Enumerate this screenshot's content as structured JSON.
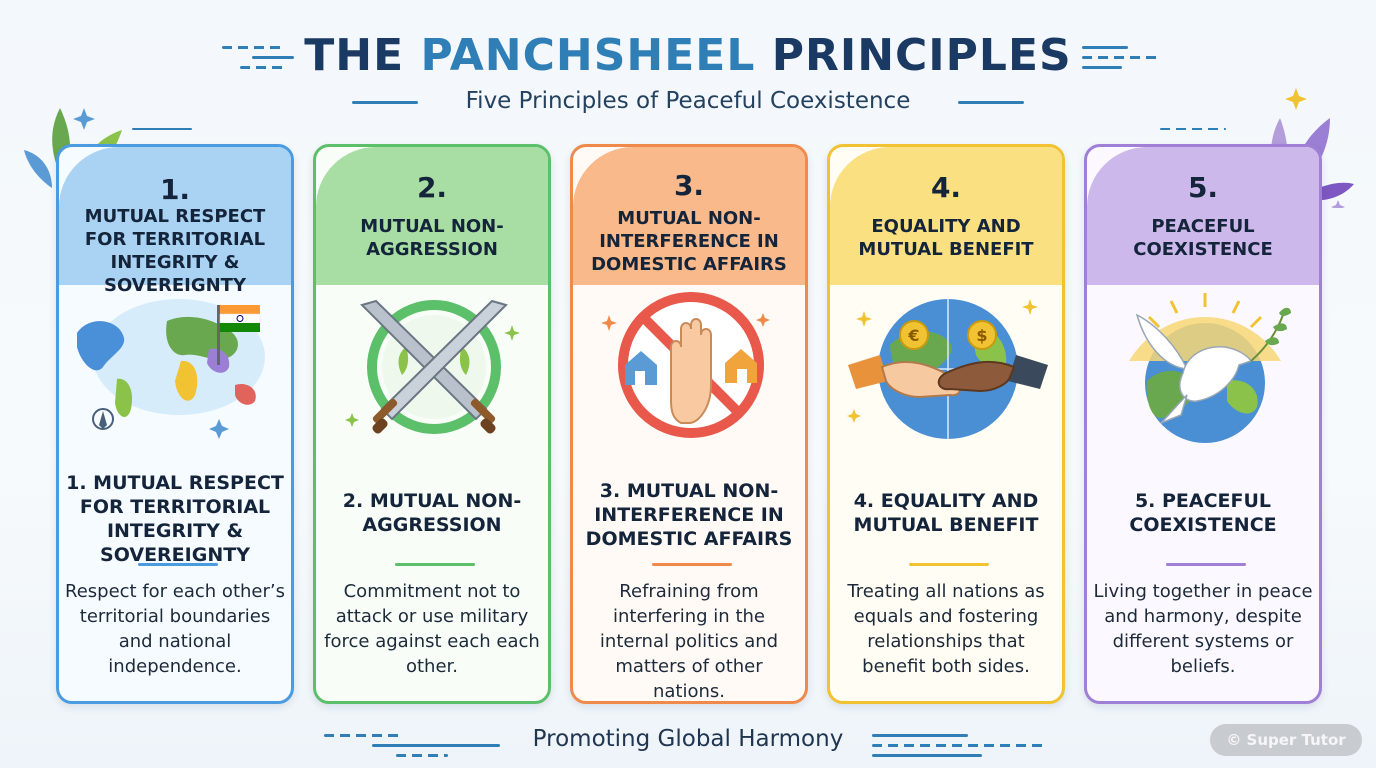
{
  "header": {
    "title_part1": "THE ",
    "title_accent": "PANCHSHEEL",
    "title_part2": " PRINCIPLES",
    "subtitle": "Five Principles of Peaceful Coexistence"
  },
  "colors": {
    "title": "#1a3a63",
    "accent": "#2f7fb6",
    "blue": "#4a9be0",
    "green": "#5cbf6a",
    "orange": "#f08a4b",
    "yellow": "#f1c232",
    "purple": "#a07fd6"
  },
  "cards": [
    {
      "number": "1.",
      "head_title": "MUTUAL RESPECT FOR TERRITORIAL INTEGRITY & SOVEREIGNTY",
      "icon": "world-map-flag-icon",
      "body_title": "1. MUTUAL RESPECT FOR TERRITORIAL INTEGRITY & SOVEREIGNTY",
      "description": "Respect for each other’s territorial boundaries and national independence."
    },
    {
      "number": "2.",
      "head_title": "MUTUAL NON-AGGRESSION",
      "icon": "crossed-swords-icon",
      "body_title": "2. MUTUAL NON-AGGRESSION",
      "description": "Commitment not to attack or use military force against each each other."
    },
    {
      "number": "3.",
      "head_title": "MUTUAL NON-INTERFERENCE IN DOMESTIC AFFAIRS",
      "icon": "stop-hand-icon",
      "body_title": "3. MUTUAL NON-INTERFERENCE IN DOMESTIC AFFAIRS",
      "description": "Refraining from interfering in the internal politics and matters of other nations."
    },
    {
      "number": "4.",
      "head_title": "EQUALITY AND MUTUAL BENEFIT",
      "icon": "handshake-globe-icon",
      "body_title": "4. EQUALITY AND MUTUAL BENEFIT",
      "description": "Treating all nations as equals and fostering relationships that benefit both sides."
    },
    {
      "number": "5.",
      "head_title": "PEACEFUL COEXISTENCE",
      "icon": "dove-globe-icon",
      "body_title": "5. PEACEFUL COEXISTENCE",
      "description": "Living together in peace and harmony, despite different systems or beliefs."
    }
  ],
  "footer": {
    "tagline": "Promoting Global Harmony",
    "brand": "© Super Tutor"
  }
}
